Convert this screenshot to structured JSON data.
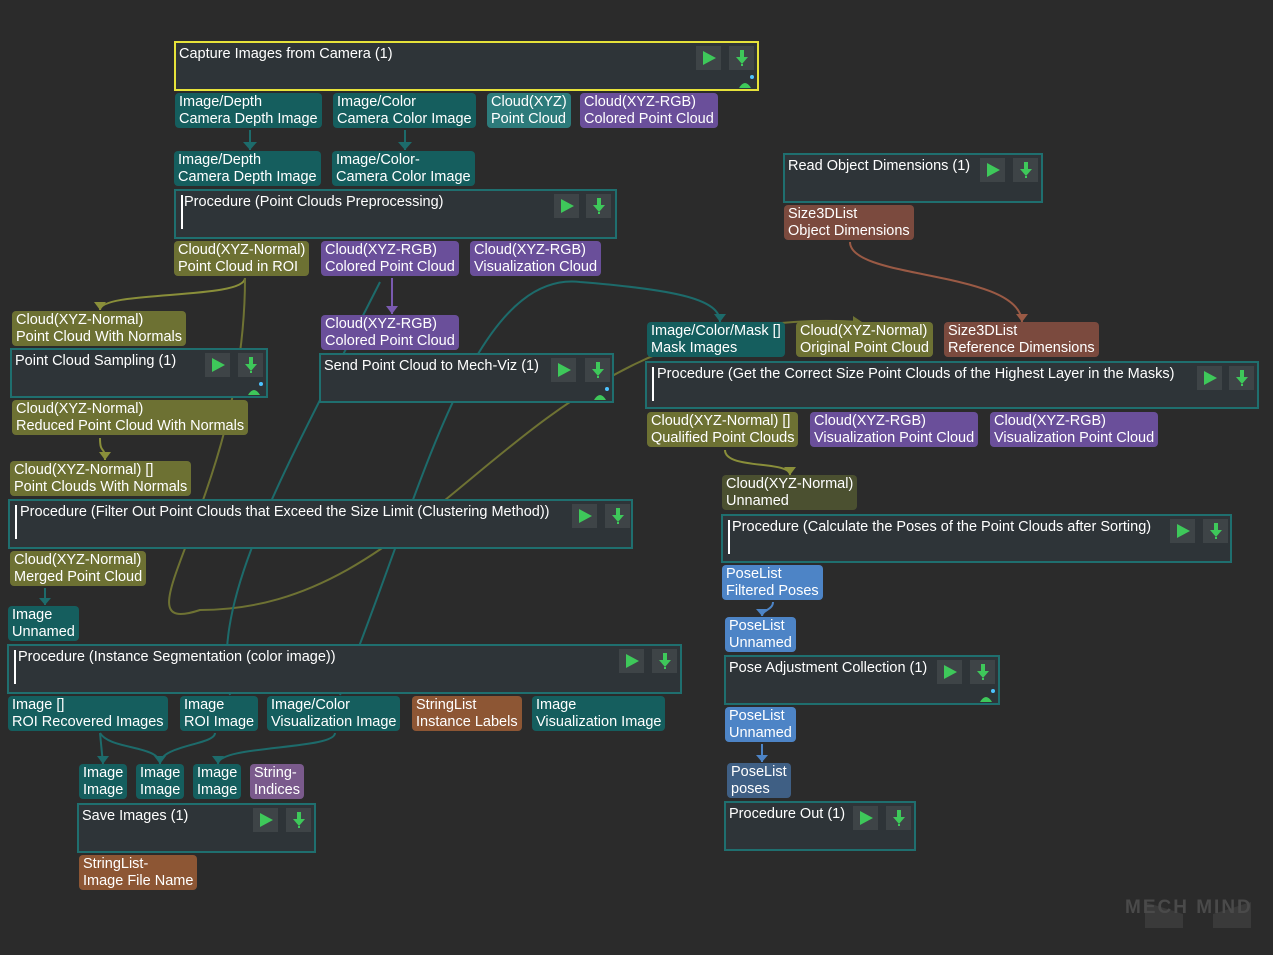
{
  "nodes": {
    "capture": {
      "title": "Capture Images from Camera (1)"
    },
    "preprocess": {
      "title": "Procedure (Point Clouds Preprocessing)"
    },
    "read_dims": {
      "title": "Read Object Dimensions (1)"
    },
    "sampling": {
      "title": "Point Cloud Sampling (1)"
    },
    "send_viz": {
      "title": "Send Point Cloud to Mech-Viz (1)"
    },
    "highest_layer": {
      "title": "Procedure (Get the Correct Size Point Clouds of the Highest Layer in the Masks)"
    },
    "filter": {
      "title": "Procedure (Filter Out Point Clouds that Exceed the Size Limit (Clustering Method))"
    },
    "calc_poses": {
      "title": "Procedure (Calculate the Poses of the Point Clouds after Sorting)"
    },
    "instance_seg": {
      "title": "Procedure (Instance Segmentation (color image))"
    },
    "pose_adjust": {
      "title": "Pose Adjustment Collection (1)"
    },
    "save_images": {
      "title": "Save Images (1)"
    },
    "proc_out": {
      "title": "Procedure Out (1)"
    }
  },
  "ports": {
    "cap_out_depth": {
      "type": "Image/Depth",
      "name": "Camera Depth Image"
    },
    "cap_out_color": {
      "type": "Image/Color",
      "name": "Camera Color Image"
    },
    "cap_out_xyz": {
      "type": "Cloud(XYZ)",
      "name": "Point Cloud"
    },
    "cap_out_rgb": {
      "type": "Cloud(XYZ-RGB)",
      "name": "Colored Point Cloud"
    },
    "pre_in_depth": {
      "type": "Image/Depth",
      "name": "Camera Depth Image"
    },
    "pre_in_color": {
      "type": "Image/Color-",
      "name": "Camera Color Image"
    },
    "pre_out_roi": {
      "type": "Cloud(XYZ-Normal)",
      "name": "Point Cloud in ROI"
    },
    "pre_out_colored": {
      "type": "Cloud(XYZ-RGB)",
      "name": "Colored Point Cloud"
    },
    "pre_out_vis": {
      "type": "Cloud(XYZ-RGB)",
      "name": "Visualization Cloud"
    },
    "rod_out": {
      "type": "Size3DList",
      "name": "Object Dimensions"
    },
    "samp_in": {
      "type": "Cloud(XYZ-Normal)",
      "name": "Point Cloud With Normals"
    },
    "samp_out": {
      "type": "Cloud(XYZ-Normal)",
      "name": "Reduced Point Cloud With Normals"
    },
    "viz_in": {
      "type": "Cloud(XYZ-RGB)",
      "name": "Colored Point Cloud"
    },
    "hl_in_mask": {
      "type": "Image/Color/Mask []",
      "name": "Mask Images"
    },
    "hl_in_orig": {
      "type": "Cloud(XYZ-Normal)",
      "name": "Original Point Cloud"
    },
    "hl_in_ref": {
      "type": "Size3DList",
      "name": "Reference Dimensions"
    },
    "hl_out_qual": {
      "type": "Cloud(XYZ-Normal) []",
      "name": "Qualified Point Clouds"
    },
    "hl_out_vis1": {
      "type": "Cloud(XYZ-RGB)",
      "name": "Visualization Point Cloud"
    },
    "hl_out_vis2": {
      "type": "Cloud(XYZ-RGB)",
      "name": "Visualization Point Cloud"
    },
    "fil_in": {
      "type": "Cloud(XYZ-Normal) []",
      "name": "Point Clouds With Normals"
    },
    "fil_out": {
      "type": "Cloud(XYZ-Normal)",
      "name": "Merged Point Cloud"
    },
    "cp_in": {
      "type": "Cloud(XYZ-Normal)",
      "name": "Unnamed"
    },
    "cp_out": {
      "type": "PoseList",
      "name": "Filtered Poses"
    },
    "seg_in": {
      "type": "Image",
      "name": "Unnamed"
    },
    "seg_out_roi_rec": {
      "type": "Image []",
      "name": "ROI Recovered Images"
    },
    "seg_out_roi": {
      "type": "Image",
      "name": "ROI Image"
    },
    "seg_out_vis": {
      "type": "Image/Color",
      "name": "Visualization Image"
    },
    "seg_out_labels": {
      "type": "StringList",
      "name": "Instance Labels"
    },
    "seg_out_vis2": {
      "type": "Image",
      "name": "Visualization Image"
    },
    "pa_in": {
      "type": "PoseList",
      "name": "Unnamed"
    },
    "pa_out": {
      "type": "PoseList",
      "name": "Unnamed"
    },
    "save_in1": {
      "type": "Image",
      "name": "Image"
    },
    "save_in2": {
      "type": "Image",
      "name": "Image"
    },
    "save_in3": {
      "type": "Image",
      "name": "Image"
    },
    "save_in4": {
      "type": "String-",
      "name": "Indices"
    },
    "save_out": {
      "type": "StringList-",
      "name": "Image File Name"
    },
    "po_in": {
      "type": "PoseList",
      "name": "poses"
    }
  },
  "colors": {
    "background": "#2b2b2b",
    "node_border": "#1f6f6f",
    "selected_border": "#e6e23a",
    "run_button": "#3ec85a",
    "download_button": "#3ec85a",
    "port_teal": "#155e5e",
    "port_purple": "#6a4f9a",
    "port_olive": "#6d7133",
    "port_brown": "#7b4a3e",
    "port_blue": "#4d84c6"
  },
  "icons": {
    "run": "play-icon",
    "download": "download-icon",
    "corner": "mountain-dot-icon"
  },
  "watermark": "MECH MIND"
}
